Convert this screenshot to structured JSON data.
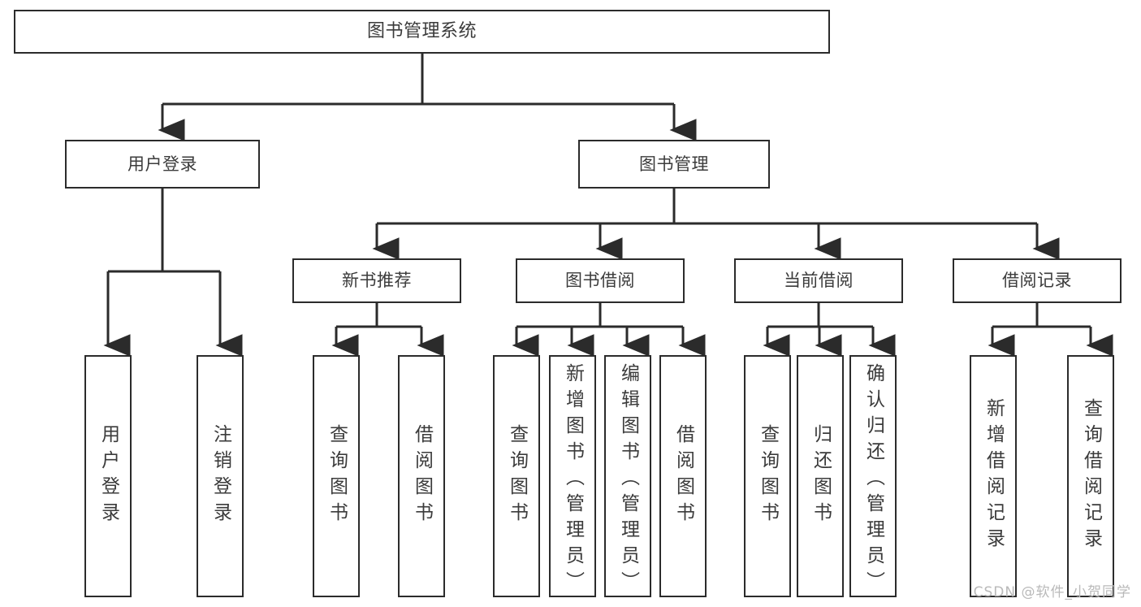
{
  "diagram": {
    "title": "图书管理系统",
    "type": "tree",
    "background_color": "#ffffff",
    "line_color": "#2b2b2b",
    "text_color": "#3b3b3b",
    "root": {
      "label": "图书管理系统"
    },
    "level2": [
      {
        "label": "用户登录"
      },
      {
        "label": "图书管理"
      }
    ],
    "level3": [
      {
        "label": "新书推荐"
      },
      {
        "label": "图书借阅"
      },
      {
        "label": "当前借阅"
      },
      {
        "label": "借阅记录"
      }
    ],
    "leaves": [
      {
        "label": "用户登录"
      },
      {
        "label": "注销登录"
      },
      {
        "label": "查询图书"
      },
      {
        "label": "借阅图书"
      },
      {
        "label": "查询图书"
      },
      {
        "label": "新增图书（管理员）"
      },
      {
        "label": "编辑图书（管理员）"
      },
      {
        "label": "借阅图书"
      },
      {
        "label": "查询图书"
      },
      {
        "label": "归还图书"
      },
      {
        "label": "确认归还（管理员）"
      },
      {
        "label": "新增借阅记录"
      },
      {
        "label": "查询借阅记录"
      }
    ]
  },
  "watermark": {
    "text": "CSDN @软件_小贺同学"
  }
}
